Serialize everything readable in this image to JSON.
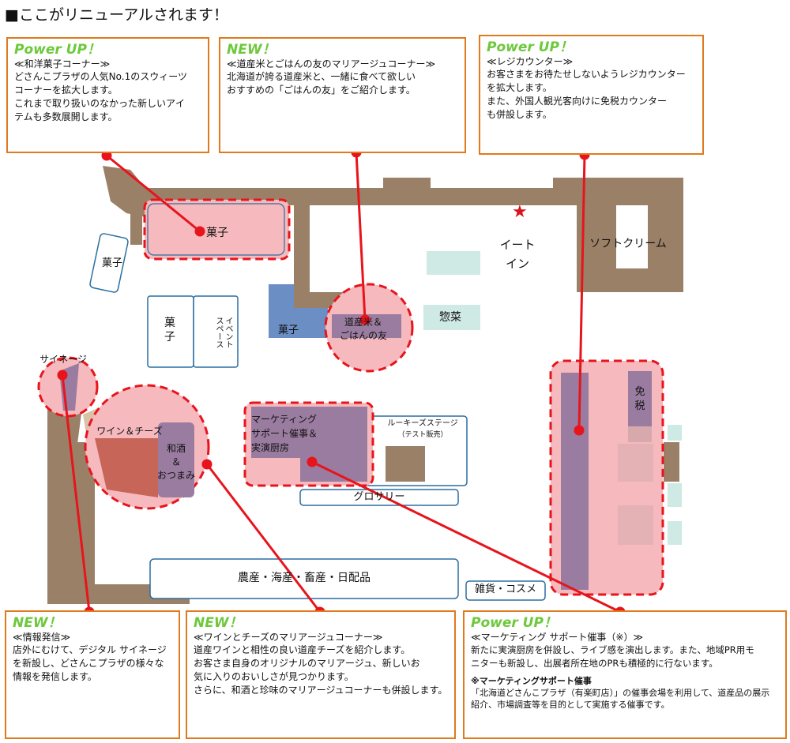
{
  "title": "■ここがリニューアルされます！",
  "boxes": {
    "wagashi": {
      "heading": "Power  UP！",
      "subtitle": "≪和洋菓子コーナー≫",
      "body": "どさんこプラザの人気No.1のスウィーツ\nコーナーを拡大します。\nこれまで取り扱いのなかった新しいアイ\nテムも多数展開します。"
    },
    "rice": {
      "heading": "NEW！",
      "subtitle": "≪道産米とごはんの友のマリアージュコーナー≫",
      "body": "北海道が誇る道産米と、一緒に食べて欲しい\nおすすめの「ごはんの友」をご紹介します。"
    },
    "register": {
      "heading": "Power  UP！",
      "subtitle": "≪レジカウンター≫",
      "body": "お客さまをお待たせしないようレジカウンター\nを拡大します。\nまた、外国人観光客向けに免税カウンター\nも併設します。"
    },
    "signage": {
      "heading": "NEW！",
      "subtitle": "≪情報発信≫",
      "body": "店外にむけて、デジタル サイネージ\nを新設し、どさんこプラザの様々な\n情報を発信します。"
    },
    "wine": {
      "heading": "NEW！",
      "subtitle": "≪ワインとチーズのマリアージュコーナー≫",
      "body": "道産ワインと相性の良い道産チーズを紹介します。\nお客さま自身のオリジナルのマリアージュ、新しいお\n気に入りのおいしさが見つかります。\nさらに、和酒と珍味のマリアージュコーナーも併設します。"
    },
    "marketing": {
      "heading": "Power  UP！",
      "subtitle": "≪マーケティング サポート催事（※）≫",
      "body": "新たに実演厨房を併設し、ライブ感を演出します。また、地域PR用モ\nニターも新設し、出展者所在地のPRも積極的に行ないます。",
      "note_heading": "※マーケティングサポート催事",
      "note": "「北海道どさんこプラザ（有楽町店）」の催事会場を利用して、道産品の展示\n紹介、市場調査等を目的として実施する催事です。"
    }
  },
  "map": {
    "labels": {
      "kashi_top": "菓子",
      "kashi_left": "菓子",
      "kashi_mid": "菓子",
      "kashi_blue": "菓子",
      "event_space": "イベント\nスペース",
      "eat_in": "イート\nイン",
      "soft_cream": "ソフトクリーム",
      "rice_corner": "道産米＆\nごはんの友",
      "sozai": "惣菜",
      "signage": "サイネージ",
      "wine_cheese": "ワイン＆チーズ",
      "washu": "和酒\n＆\nおつまみ",
      "marketing": "マーケティング\nサポート催事＆\n実演厨房",
      "rookies": "ルーキーズステージ",
      "rookies_sub": "（テスト販売）",
      "grocery": "グロサリー",
      "farm": "農産・海産・畜産・日配品",
      "zakka": "雑貨・コスメ",
      "menzei": "免\n税"
    },
    "star_glyph": "★"
  },
  "colors": {
    "accent_orange": "#e07a1c",
    "heading_green": "#6cc93a",
    "line_red": "#e8141c",
    "wall": "#9b8068",
    "highlight_pink": "#f6b9bd",
    "purple": "#9a7ca0"
  }
}
